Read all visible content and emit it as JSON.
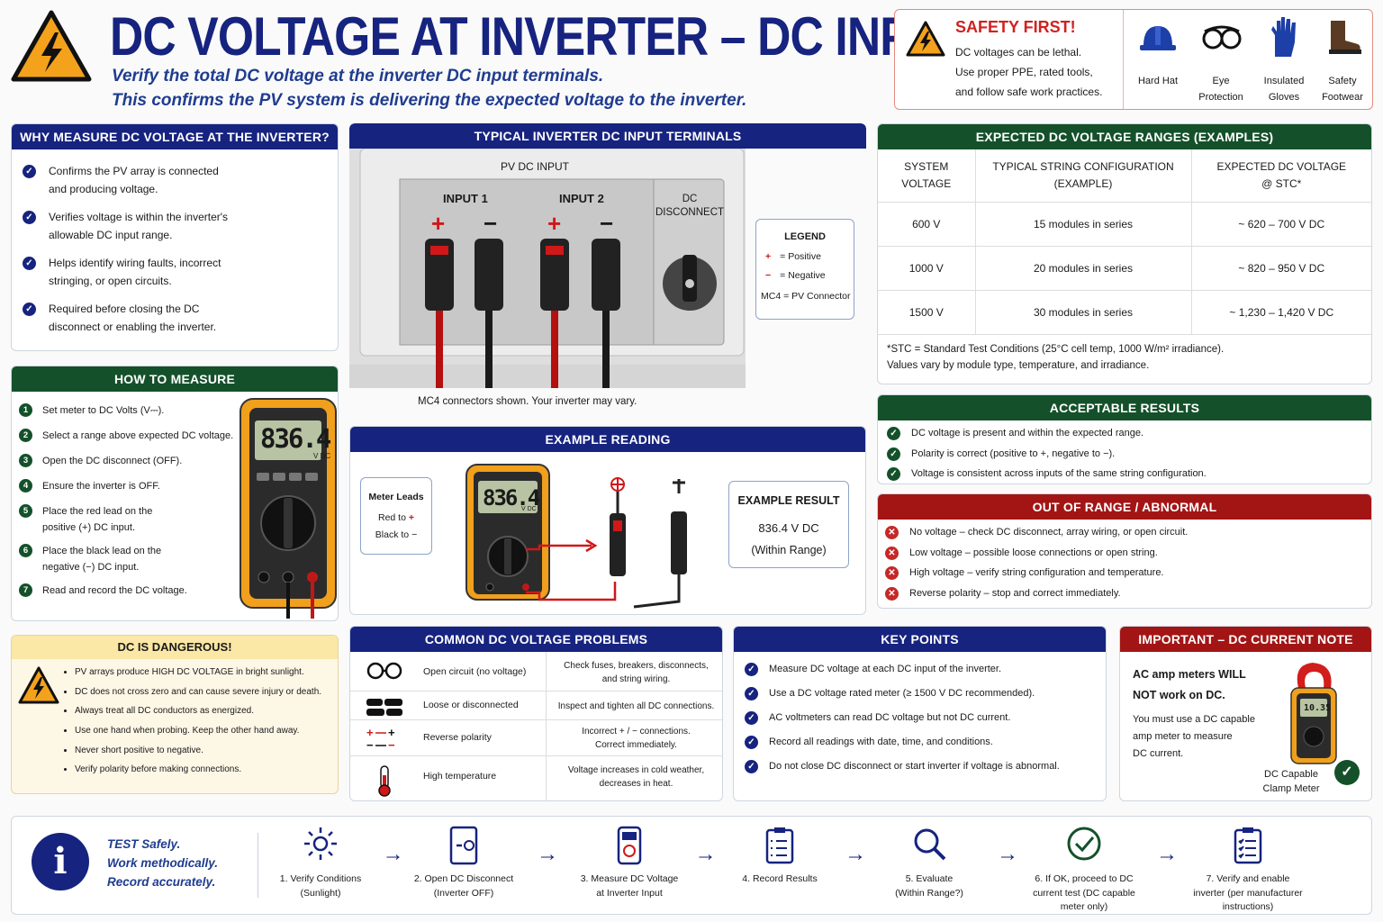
{
  "header": {
    "title": "DC VOLTAGE AT INVERTER – DC INPUT",
    "subtitle1": "Verify the total DC voltage at the inverter DC input terminals.",
    "subtitle2": "This confirms the PV system is delivering the expected voltage to the inverter."
  },
  "safety": {
    "title": "SAFETY FIRST!",
    "lines": [
      "DC voltages can be lethal.",
      "Use proper PPE, rated tools,",
      "and follow safe work practices."
    ],
    "ppe": [
      {
        "l1": "Hard Hat",
        "l2": ""
      },
      {
        "l1": "Eye",
        "l2": "Protection"
      },
      {
        "l1": "Insulated",
        "l2": "Gloves"
      },
      {
        "l1": "Safety",
        "l2": "Footwear"
      }
    ]
  },
  "why": {
    "title": "WHY MEASURE DC VOLTAGE AT THE INVERTER?",
    "items": [
      {
        "l1": "Confirms the PV array is connected",
        "l2": "and producing voltage."
      },
      {
        "l1": "Verifies voltage is within the inverter's",
        "l2": "allowable DC input range."
      },
      {
        "l1": "Helps identify wiring faults, incorrect",
        "l2": "stringing, or open circuits."
      },
      {
        "l1": "Required before closing the DC",
        "l2": "disconnect or enabling the inverter."
      }
    ]
  },
  "terminals": {
    "title": "TYPICAL INVERTER DC INPUT TERMINALS",
    "pv_label": "PV DC INPUT",
    "input1": "INPUT 1",
    "input2": "INPUT 2",
    "disc1": "DC",
    "disc2": "DISCONNECT",
    "plus": "+",
    "minus": "−",
    "caption": "MC4 connectors shown. Your inverter may vary.",
    "legend": {
      "title": "LEGEND",
      "pos_sym": "+",
      "pos": "= Positive",
      "neg_sym": "−",
      "neg": "= Negative",
      "mc4": "MC4 = PV Connector"
    }
  },
  "ranges": {
    "title": "EXPECTED DC VOLTAGE RANGES (EXAMPLES)",
    "headers": [
      {
        "l1": "SYSTEM",
        "l2": "VOLTAGE"
      },
      {
        "l1": "TYPICAL STRING CONFIGURATION",
        "l2": "(EXAMPLE)"
      },
      {
        "l1": "EXPECTED DC VOLTAGE",
        "l2": "@ STC*"
      }
    ],
    "rows": [
      [
        "600 V",
        "15 modules in series",
        "~ 620 – 700 V DC"
      ],
      [
        "1000 V",
        "20 modules in series",
        "~ 820 – 950 V DC"
      ],
      [
        "1500 V",
        "30 modules in series",
        "~ 1,230 – 1,420 V DC"
      ]
    ],
    "note1": "*STC = Standard Test Conditions (25°C cell temp, 1000 W/m² irradiance).",
    "note2": "Values vary by module type, temperature, and irradiance."
  },
  "how": {
    "title": "HOW TO MEASURE",
    "steps": [
      {
        "n": "1",
        "l1": "Set meter to DC Volts (V⎓).",
        "l2": ""
      },
      {
        "n": "2",
        "l1": "Select a range above expected DC voltage.",
        "l2": ""
      },
      {
        "n": "3",
        "l1": "Open the DC disconnect (OFF).",
        "l2": ""
      },
      {
        "n": "4",
        "l1": "Ensure the inverter is OFF.",
        "l2": ""
      },
      {
        "n": "5",
        "l1": "Place the red lead on the",
        "l2": "positive (+) DC input."
      },
      {
        "n": "6",
        "l1": "Place the black lead on the",
        "l2": "negative (−) DC input."
      },
      {
        "n": "7",
        "l1": "Read and record the DC voltage.",
        "l2": ""
      }
    ],
    "meter_reading": "836.4",
    "meter_unit": "V DC"
  },
  "example": {
    "title": "EXAMPLE READING",
    "leads_title": "Meter Leads",
    "red": "Red to",
    "black": "Black to −",
    "reading": "836.4",
    "unit": "V DC",
    "result_title": "EXAMPLE RESULT",
    "result_value": "836.4 V DC",
    "result_note": "(Within Range)"
  },
  "acceptable": {
    "title": "ACCEPTABLE RESULTS",
    "items": [
      "DC voltage is present and within the expected range.",
      "Polarity is correct (positive to +, negative to −).",
      "Voltage is consistent across inputs of the same string configuration."
    ]
  },
  "abnormal": {
    "title": "OUT OF RANGE / ABNORMAL",
    "items": [
      "No voltage – check DC disconnect, array wiring, or open circuit.",
      "Low voltage – possible loose connections or open string.",
      "High voltage – verify string configuration and temperature.",
      "Reverse polarity – stop and correct immediately."
    ]
  },
  "danger": {
    "title": "DC IS DANGEROUS!",
    "items": [
      "PV arrays produce HIGH DC VOLTAGE in bright sunlight.",
      "DC does not cross zero and can cause severe injury or death.",
      "Always treat all DC conductors as energized.",
      "Use one hand when probing. Keep the other hand away.",
      "Never short positive to negative.",
      "Verify polarity before making connections."
    ]
  },
  "problems": {
    "title": "COMMON DC VOLTAGE PROBLEMS",
    "rows": [
      {
        "icon": "open-circuit-icon",
        "p": "Open circuit (no voltage)",
        "f1": "Check fuses, breakers, disconnects,",
        "f2": "and string wiring."
      },
      {
        "icon": "loose-connection-icon",
        "p": "Loose or disconnected",
        "f1": "Inspect and tighten all DC connections.",
        "f2": ""
      },
      {
        "icon": "reverse-polarity-icon",
        "p": "Reverse polarity",
        "f1": "Incorrect + / − connections.",
        "f2": "Correct immediately."
      },
      {
        "icon": "thermometer-icon",
        "p": "High temperature",
        "f1": "Voltage increases in cold weather,",
        "f2": "decreases in heat."
      }
    ]
  },
  "keypoints": {
    "title": "KEY POINTS",
    "items": [
      "Measure DC voltage at each DC input of the inverter.",
      "Use a DC voltage rated meter (≥ 1500 V DC recommended).",
      "AC voltmeters can read DC voltage but not DC current.",
      "Record all readings with date, time, and conditions.",
      "Do not close DC disconnect or start inverter if voltage is abnormal."
    ]
  },
  "current": {
    "title": "IMPORTANT – DC CURRENT NOTE",
    "bold1": "AC amp meters WILL",
    "bold2": "NOT work on DC.",
    "l1": "You must use a DC capable",
    "l2": "amp meter to measure",
    "l3": "DC current.",
    "cap1": "DC Capable",
    "cap2": "Clamp Meter",
    "clamp_reading": "10.35"
  },
  "footer": {
    "t1": "TEST Safely.",
    "t2": "Work methodically.",
    "t3": "Record accurately.",
    "steps": [
      {
        "l1": "1. Verify Conditions",
        "l2": "(Sunlight)",
        "l3": ""
      },
      {
        "l1": "2. Open DC Disconnect",
        "l2": "(Inverter OFF)",
        "l3": ""
      },
      {
        "l1": "3. Measure DC Voltage",
        "l2": "at Inverter Input",
        "l3": ""
      },
      {
        "l1": "4. Record Results",
        "l2": "",
        "l3": ""
      },
      {
        "l1": "5. Evaluate",
        "l2": "(Within Range?)",
        "l3": ""
      },
      {
        "l1": "6. If OK, proceed to DC",
        "l2": "current test (DC capable",
        "l3": "meter only)"
      },
      {
        "l1": "7. Verify and enable",
        "l2": "inverter (per manufacturer",
        "l3": "instructions)"
      }
    ]
  }
}
